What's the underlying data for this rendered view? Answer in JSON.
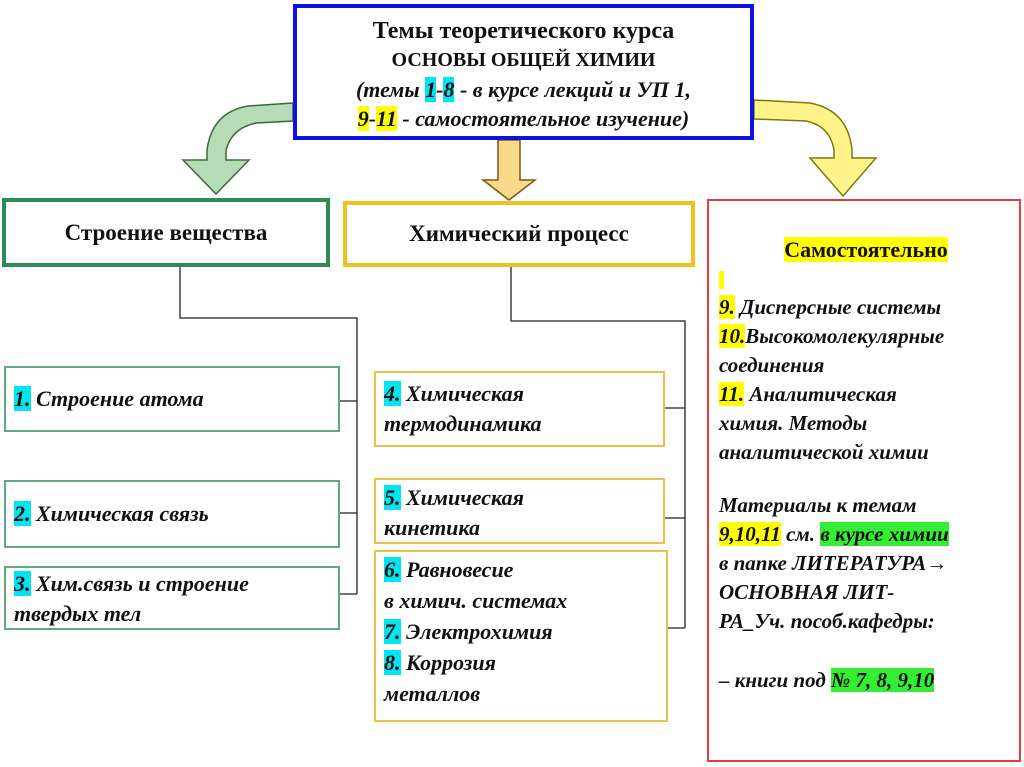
{
  "title": {
    "line1": "Темы теоретического курса",
    "line2": "ОСНОВЫ ОБЩЕЙ ХИМИИ",
    "line3_pre": "(темы ",
    "line3_n1": "1",
    "line3_dash": "-",
    "line3_n2": "8",
    "line3_post": " - в курсе лекций и УП 1,",
    "line4_n1": "9",
    "line4_dash": "-",
    "line4_n2": "11",
    "line4_post": " - самостоятельное изучение)"
  },
  "categories": {
    "structure": "Строение вещества",
    "process": "Химический процесс"
  },
  "topics": {
    "t1": {
      "num": "1.",
      "text": " Строение атома"
    },
    "t2": {
      "num": "2.",
      "text": " Химическая связь"
    },
    "t3": {
      "num": "3.",
      "text": " Хим.связь и строение",
      "text2": "твердых тел"
    },
    "t4": {
      "num": "4.",
      "text": " Химическая",
      "text2": "термодинамика"
    },
    "t5": {
      "num": "5.",
      "text": " Химическая",
      "text2": "кинетика"
    },
    "t6": {
      "num": "6.",
      "text": " Равновесие",
      "text2": "в химич. системах"
    },
    "t7": {
      "num": "7.",
      "text": " Электрохимия"
    },
    "t8": {
      "num": "8.",
      "text": " Коррозия",
      "text2": "металлов"
    }
  },
  "self_study": {
    "heading": "Самостоятельно",
    "t9_num": "9.",
    "t9": " Дисперсные системы",
    "t10_num": "10.",
    "t10": "Высокомолекулярные",
    "t10_2": "соединения",
    "t11_num": "11.",
    "t11": " Аналитическая",
    "t11_2": "химия. Методы",
    "t11_3": "аналитической химии",
    "mat1": "Материалы к темам",
    "mat2_nums": "9,10,11",
    "mat2_mid": " см. ",
    "mat2_hl": "в курсе химии",
    "mat3": "в папке ЛИТЕРАТУРА→",
    "mat4": "ОСНОВНАЯ ЛИТ-",
    "mat5": "РА_Уч. пособ.кафедры:",
    "books_pre": "– книги под ",
    "books_hl": "№ 7, 8, 9,10"
  },
  "colors": {
    "title_border": "#1010e0",
    "structure_border": "#2e8b57",
    "process_border": "#f0c020",
    "self_border": "#e04040",
    "arrow_left": "#b5dcb5",
    "arrow_mid": "#fad98a",
    "arrow_right": "#fff38a"
  }
}
